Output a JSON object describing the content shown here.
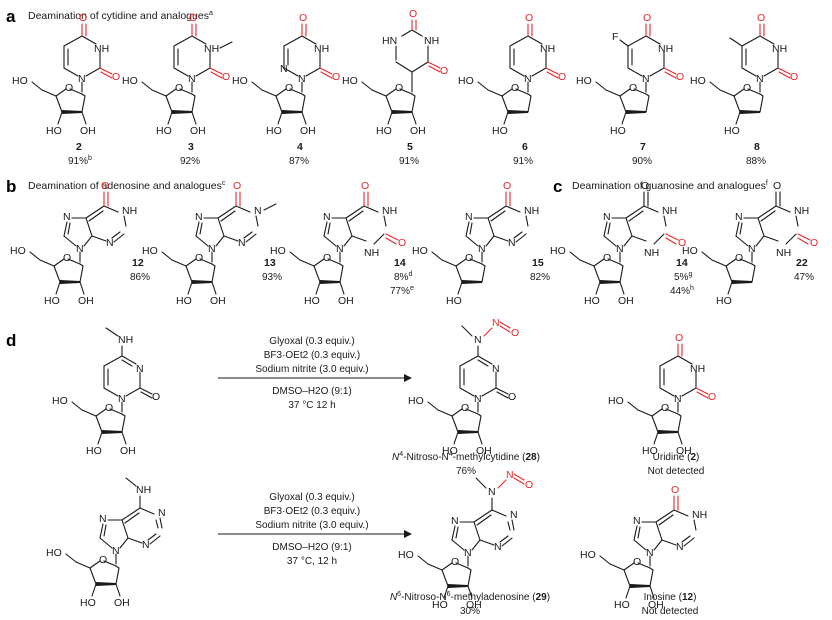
{
  "panel_a": {
    "letter": "a",
    "title": "Deamination of cytidine and analogues",
    "title_sup": "a",
    "compounds": [
      {
        "id": "2",
        "yield": "91%",
        "sup": "b"
      },
      {
        "id": "3",
        "yield": "92%",
        "sup": ""
      },
      {
        "id": "4",
        "yield": "87%",
        "sup": ""
      },
      {
        "id": "5",
        "yield": "91%",
        "sup": ""
      },
      {
        "id": "6",
        "yield": "91%",
        "sup": ""
      },
      {
        "id": "7",
        "yield": "90%",
        "sup": ""
      },
      {
        "id": "8",
        "yield": "88%",
        "sup": ""
      }
    ]
  },
  "panel_b": {
    "letter": "b",
    "title": "Deamination of adenosine and analogues",
    "title_sup": "c",
    "compounds": [
      {
        "id": "12",
        "yield": "86%",
        "sup": ""
      },
      {
        "id": "13",
        "yield": "93%",
        "sup": ""
      },
      {
        "id": "14",
        "yield": "8%",
        "sup": "d",
        "yield2": "77%",
        "sup2": "e"
      },
      {
        "id": "15",
        "yield": "82%",
        "sup": ""
      }
    ]
  },
  "panel_c": {
    "letter": "c",
    "title": "Deamination of guanosine and analogues",
    "title_sup": "f",
    "compounds": [
      {
        "id": "14",
        "yield": "5%",
        "sup": "g",
        "yield2": "44%",
        "sup2": "h"
      },
      {
        "id": "22",
        "yield": "47%",
        "sup": ""
      }
    ]
  },
  "panel_d": {
    "letter": "d",
    "reactions": [
      {
        "conditions": [
          "Glyoxal (0.3 equiv.)",
          "BF3·OEt2 (0.3 equiv.)",
          "Sodium nitrite (3.0 equiv.)",
          "DMSO–H2O (9:1)",
          "37 °C  12 h"
        ],
        "product_name_prefix": "N",
        "product_sup1": "4",
        "product_name_mid": "-Nitroso-N",
        "product_sup2": "4",
        "product_name_suffix": "-methylcytidine (",
        "product_id": "28",
        "product_close": ")",
        "product_yield": "76%",
        "side_name": "Uridine (",
        "side_id": "2",
        "side_close": ")",
        "side_status": "Not detected"
      },
      {
        "conditions": [
          "Glyoxal (0.3 equiv.)",
          "BF3·OEt2 (0.3 equiv.)",
          "Sodium nitrite (3.0 equiv.)",
          "DMSO–H2O (9:1)",
          "37 °C, 12 h"
        ],
        "product_name_prefix": "N",
        "product_sup1": "6",
        "product_name_mid": "-Nitroso-N",
        "product_sup2": "6",
        "product_name_suffix": "-methyladenosine (",
        "product_id": "29",
        "product_close": ")",
        "product_yield": "30%",
        "side_name": "Inosine (",
        "side_id": "12",
        "side_close": ")",
        "side_status": "Not detected"
      }
    ]
  },
  "atoms": {
    "O": "O",
    "N": "N",
    "NH": "NH",
    "HN": "HN",
    "H": "H",
    "HO": "HO",
    "OH": "OH",
    "F": "F",
    "NH2": "NH",
    "methyl": "N"
  },
  "colors": {
    "ink": "#1a1a1a",
    "highlight": "#e8262b"
  }
}
